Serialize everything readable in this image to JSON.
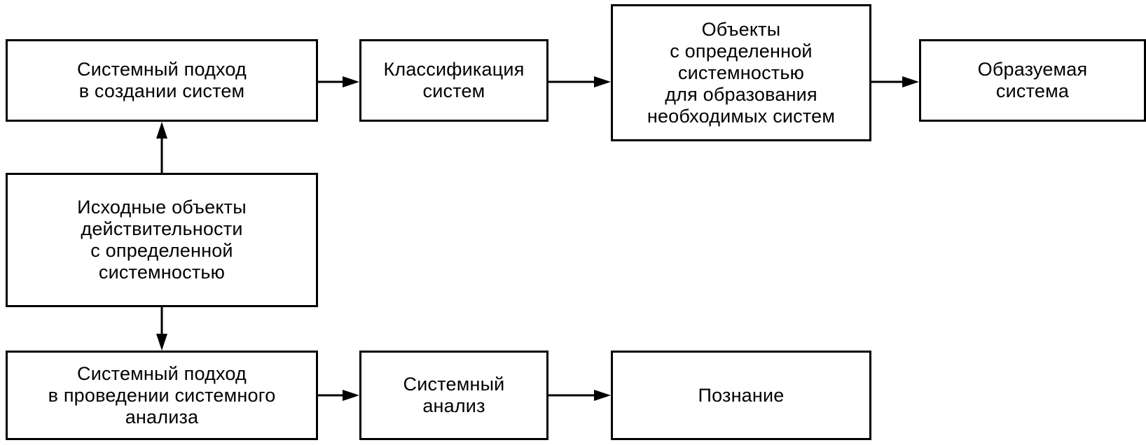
{
  "diagram": {
    "colors": {
      "stroke": "#000000",
      "background": "#ffffff"
    },
    "boxes": {
      "system_approach_creation": "Системный подход\nв создании систем",
      "classification": "Классификация\nсистем",
      "objects_systemness": "Объекты\nс определенной\nсистемностью\nдля образования\nнеобходимых систем",
      "resulting_system": "Образуемая\nсистема",
      "initial_objects": "Исходные объекты\nдействительности\nс определенной\nсистемностью",
      "system_approach_analysis": "Системный подход\nв проведении системного\nанализа",
      "system_analysis": "Системный\nанализ",
      "cognition": "Познание"
    },
    "edges": [
      {
        "from": "initial_objects",
        "to": "system_approach_creation"
      },
      {
        "from": "initial_objects",
        "to": "system_approach_analysis"
      },
      {
        "from": "system_approach_creation",
        "to": "classification"
      },
      {
        "from": "classification",
        "to": "objects_systemness"
      },
      {
        "from": "objects_systemness",
        "to": "resulting_system"
      },
      {
        "from": "system_approach_analysis",
        "to": "system_analysis"
      },
      {
        "from": "system_analysis",
        "to": "cognition"
      }
    ]
  }
}
